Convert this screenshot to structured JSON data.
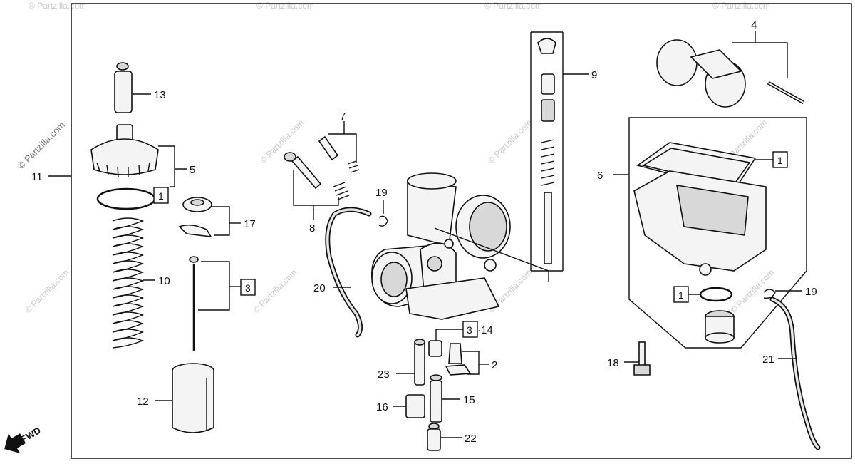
{
  "watermark": "© Partzilla.com",
  "side_watermark": "© Partzilla.com",
  "fwd_label": "FWD",
  "callouts": {
    "n1": "1",
    "n2": "2",
    "n3": "3",
    "n4": "4",
    "n5": "5",
    "n6": "6",
    "n7": "7",
    "n8": "8",
    "n9": "9",
    "n10": "10",
    "n11": "11",
    "n12": "12",
    "n13": "13",
    "n14": "·14",
    "n15": "15",
    "n16": "16",
    "n17": "17",
    "n18": "18",
    "n19a": "19",
    "n19b": "19",
    "n20": "20",
    "n21": "21",
    "n22": "22",
    "n23": "23"
  },
  "boxed_refs": {
    "box1_left": "1",
    "box3_needle": "3",
    "box3_jet": "3",
    "box1_gasket": "1",
    "box1_bowl": "1"
  }
}
